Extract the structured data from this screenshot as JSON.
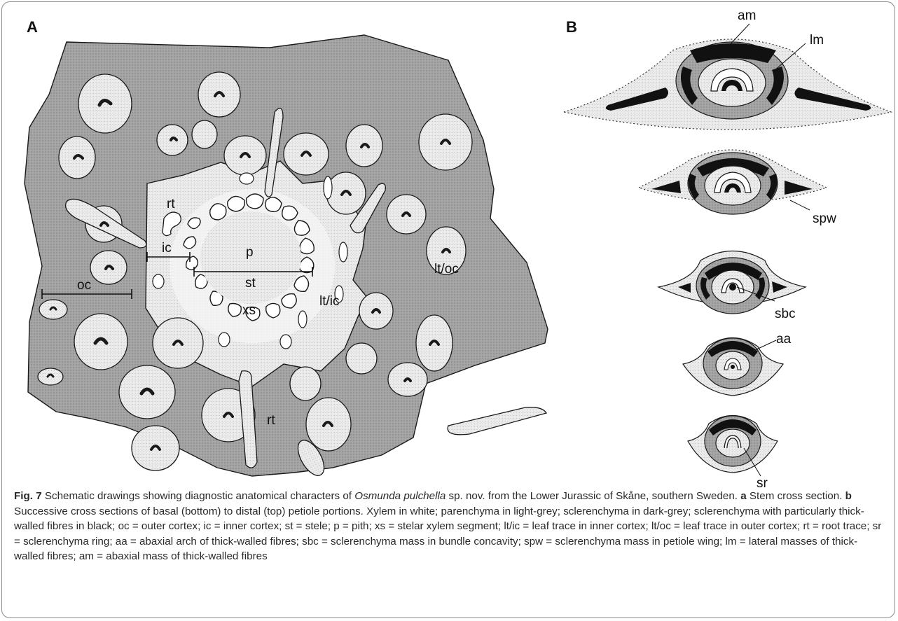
{
  "panel_a": {
    "letter": "A",
    "labels": {
      "rt_upper": "rt",
      "ic": "ic",
      "p": "p",
      "st": "st",
      "oc": "oc",
      "xs": "xs",
      "lt_ic": "lt/ic",
      "lt_oc": "lt/oc",
      "rt_lower": "rt"
    }
  },
  "panel_b": {
    "letter": "B",
    "labels": {
      "am": "am",
      "lm": "lm",
      "spw": "spw",
      "sbc": "sbc",
      "aa": "aa",
      "sr": "sr"
    }
  },
  "caption": {
    "fig_label": "Fig. 7",
    "text_1": " Schematic drawings showing diagnostic anatomical characters of ",
    "species": "Osmunda pulchella",
    "text_2": " sp. nov. from the Lower Jurassic of Skåne, southern Sweden. ",
    "a_label": "a",
    "a_text": " Stem cross section. ",
    "b_label": "b",
    "b_text": " Successive cross sections of basal (bottom) to distal (top) petiole portions. Xylem in white; parenchyma in light-grey; sclerenchyma in dark-grey; sclerenchyma with particularly thick-walled fibres in black; oc = outer cortex; ic = inner cortex; st = stele; p = pith; xs = stelar xylem segment; lt/ic = leaf trace in inner cortex; lt/oc = leaf trace in outer cortex; rt = root trace; sr = sclerenchyma ring; aa = abaxial arch of thick-walled fibres; sbc = sclerenchyma mass in bundle concavity; spw = sclerenchyma mass in petiole wing; lm = lateral masses of thick-walled fibres; am = abaxial mass of thick-walled fibres"
  },
  "colors": {
    "dark_grey": "#9d9d9d",
    "light_grey": "#e4e4e4",
    "black": "#111111",
    "white": "#ffffff"
  }
}
